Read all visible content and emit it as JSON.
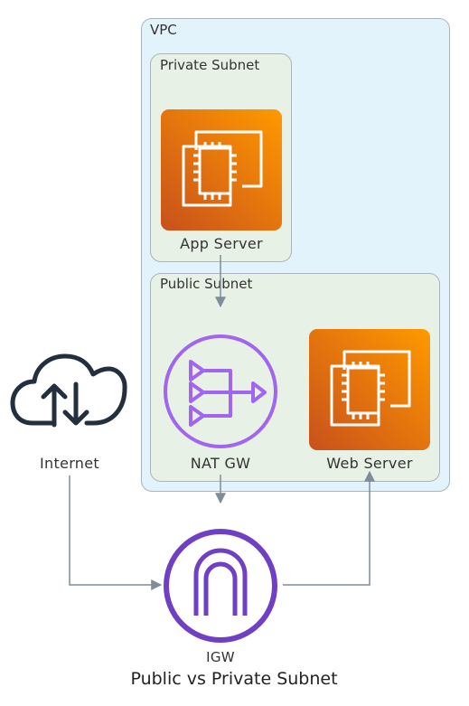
{
  "diagram": {
    "title": "Public vs Private Subnet",
    "groups": {
      "vpc": "VPC",
      "private_subnet": "Private Subnet",
      "public_subnet": "Public Subnet"
    },
    "nodes": {
      "app_server": {
        "label": "App Server",
        "icon": "ec2-instance-icon"
      },
      "nat_gw": {
        "label": "NAT GW",
        "icon": "nat-gateway-icon"
      },
      "web_server": {
        "label": "Web Server",
        "icon": "ec2-instance-icon"
      },
      "internet": {
        "label": "Internet",
        "icon": "cloud-upload-download-icon"
      },
      "igw": {
        "label": "IGW",
        "icon": "internet-gateway-icon"
      }
    },
    "edges": [
      {
        "from": "App Server",
        "to": "NAT GW"
      },
      {
        "from": "NAT GW",
        "to": "IGW"
      },
      {
        "from": "Internet",
        "to": "IGW"
      },
      {
        "from": "IGW",
        "to": "Web Server"
      }
    ],
    "colors": {
      "vpc_fill": "#e3f3fb",
      "subnet_fill": "#e8f1e6",
      "group_border": "#a9b4bd",
      "ec2_gradient_start": "#d35418",
      "ec2_gradient_end": "#f7941d",
      "nat_purple": "#a165f0",
      "igw_purple": "#6f3fc4",
      "edge": "#7f8c99",
      "cloud": "#232f3e"
    }
  }
}
